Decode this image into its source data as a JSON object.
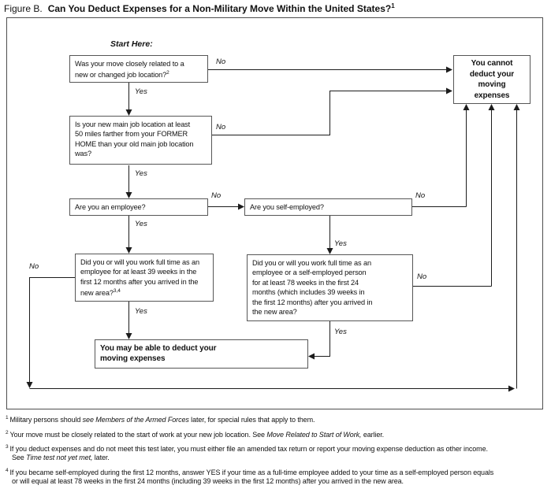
{
  "title": {
    "figure_label": "Figure B.",
    "text": "Can You Deduct Expenses for a Non-Military Move Within the United States?",
    "superscript": "1"
  },
  "chart": {
    "start_here": "Start Here:",
    "labels": {
      "yes": "Yes",
      "no": "No"
    },
    "boxes": {
      "q_move_related": {
        "lines": [
          "Was your move closely related to a",
          "new or changed job location?"
        ],
        "superscript": "2"
      },
      "q_50_miles": {
        "lines": [
          "Is your new main job location at least",
          "50 miles farther from your FORMER",
          "HOME than your old main job location",
          "was?"
        ]
      },
      "q_employee": {
        "lines": [
          "Are you an employee?"
        ]
      },
      "q_self_employed": {
        "lines": [
          "Are you self-employed?"
        ]
      },
      "q_39_weeks": {
        "lines": [
          "Did you or will you work full time as an",
          "employee for at least 39 weeks in the",
          "first 12 months after you arrived in the",
          "new area?"
        ],
        "superscript": "3,4"
      },
      "q_78_weeks": {
        "lines": [
          "Did you or will you work full time as an",
          "employee or a self-employed person",
          "for at least 78 weeks in the first 24",
          "months (which includes 39 weeks in",
          "the first 12 months) after you arrived in",
          "the new area?"
        ]
      },
      "outcome_may_deduct": {
        "lines": [
          "You may be able to deduct your",
          "moving expenses"
        ]
      },
      "outcome_cannot_deduct": {
        "lines": [
          "You cannot",
          "deduct your",
          "moving",
          "expenses"
        ]
      }
    }
  },
  "footnotes": [
    {
      "sup": "1",
      "lines": [
        [
          {
            "t": "Military persons should "
          },
          {
            "t": "see Members of the Armed Forces",
            "i": true
          },
          {
            "t": " later, for special rules that apply to them."
          }
        ]
      ]
    },
    {
      "sup": "2",
      "lines": [
        [
          {
            "t": "Your move must be closely related to the start of work at your new job location. See "
          },
          {
            "t": "Move Related to Start of Work,",
            "i": true
          },
          {
            "t": " earlier."
          }
        ]
      ]
    },
    {
      "sup": "3",
      "lines": [
        [
          {
            "t": "If you deduct expenses and do not meet this test later, you must either file an amended tax return or report your moving expense deduction as other income."
          }
        ],
        [
          {
            "t": "See "
          },
          {
            "t": "Time test not yet met,",
            "i": true
          },
          {
            "t": " later."
          }
        ]
      ]
    },
    {
      "sup": "4",
      "lines": [
        [
          {
            "t": "If you became self-employed during the first 12 months, answer YES if your time as a full-time employee added to your time as a self-employed person equals"
          }
        ],
        [
          {
            "t": "or will equal at least 78 weeks in the first 24 months (including 39 weeks in the first 12 months) after you arrived in the new area."
          }
        ]
      ]
    }
  ]
}
